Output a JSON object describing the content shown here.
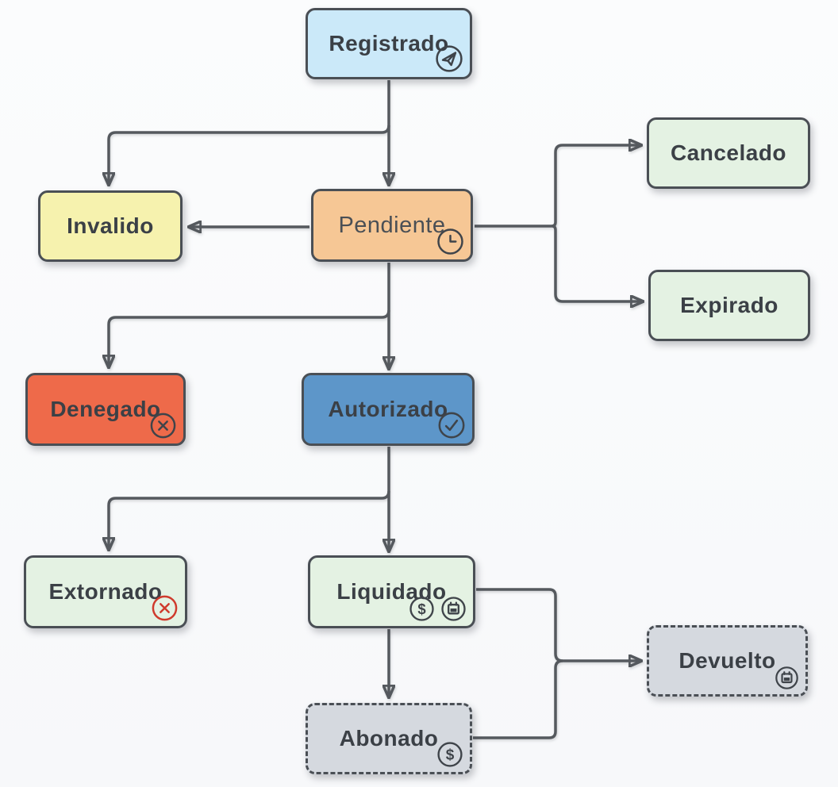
{
  "diagram_type": "state-flowchart",
  "language": "es",
  "colors": {
    "background": "#fafbfc",
    "connector": "#55595e",
    "node_border": "#4a4f55",
    "label_text": "#3b4046",
    "red_icon": "#cf3a2c"
  },
  "nodes": {
    "registrado": {
      "label": "Registrado",
      "fill": "#cbe9f9",
      "border": "#4a4f55",
      "border_style": "solid",
      "icons": [
        "send-icon"
      ]
    },
    "invalido": {
      "label": "Invalido",
      "fill": "#f6f2ae",
      "border": "#4a4f55",
      "border_style": "solid",
      "icons": []
    },
    "pendiente": {
      "label": "Pendiente",
      "fill": "#f6c795",
      "border": "#4a4f55",
      "border_style": "solid",
      "icons": [
        "clock-icon"
      ]
    },
    "cancelado": {
      "label": "Cancelado",
      "fill": "#e4f2e3",
      "border": "#4a4f55",
      "border_style": "solid",
      "icons": []
    },
    "expirado": {
      "label": "Expirado",
      "fill": "#e4f2e3",
      "border": "#4a4f55",
      "border_style": "solid",
      "icons": []
    },
    "denegado": {
      "label": "Denegado",
      "fill": "#ee6a4a",
      "border": "#4a4f55",
      "border_style": "solid",
      "icons": [
        "x-circle-icon"
      ]
    },
    "autorizado": {
      "label": "Autorizado",
      "fill": "#5d96c9",
      "border": "#4a4f55",
      "border_style": "solid",
      "icons": [
        "check-circle-icon"
      ]
    },
    "extornado": {
      "label": "Extornado",
      "fill": "#e4f2e3",
      "border": "#4a4f55",
      "border_style": "solid",
      "icons": [
        "x-circle-red-icon"
      ]
    },
    "liquidado": {
      "label": "Liquidado",
      "fill": "#e4f2e3",
      "border": "#4a4f55",
      "border_style": "solid",
      "icons": [
        "dollar-icon",
        "calendar-icon"
      ]
    },
    "abonado": {
      "label": "Abonado",
      "fill": "#d5d9df",
      "border": "#4a4f55",
      "border_style": "dashed",
      "icons": [
        "dollar-icon"
      ]
    },
    "devuelto": {
      "label": "Devuelto",
      "fill": "#d5d9df",
      "border": "#4a4f55",
      "border_style": "dashed",
      "icons": [
        "calendar-icon"
      ]
    }
  },
  "edges": [
    {
      "from": "registrado",
      "to": "pendiente"
    },
    {
      "from": "registrado",
      "to": "invalido"
    },
    {
      "from": "pendiente",
      "to": "invalido"
    },
    {
      "from": "pendiente",
      "to": "cancelado"
    },
    {
      "from": "pendiente",
      "to": "expirado"
    },
    {
      "from": "pendiente",
      "to": "denegado"
    },
    {
      "from": "pendiente",
      "to": "autorizado"
    },
    {
      "from": "autorizado",
      "to": "extornado"
    },
    {
      "from": "autorizado",
      "to": "liquidado"
    },
    {
      "from": "liquidado",
      "to": "abonado"
    },
    {
      "from": "liquidado",
      "to": "devuelto"
    },
    {
      "from": "abonado",
      "to": "devuelto"
    }
  ]
}
